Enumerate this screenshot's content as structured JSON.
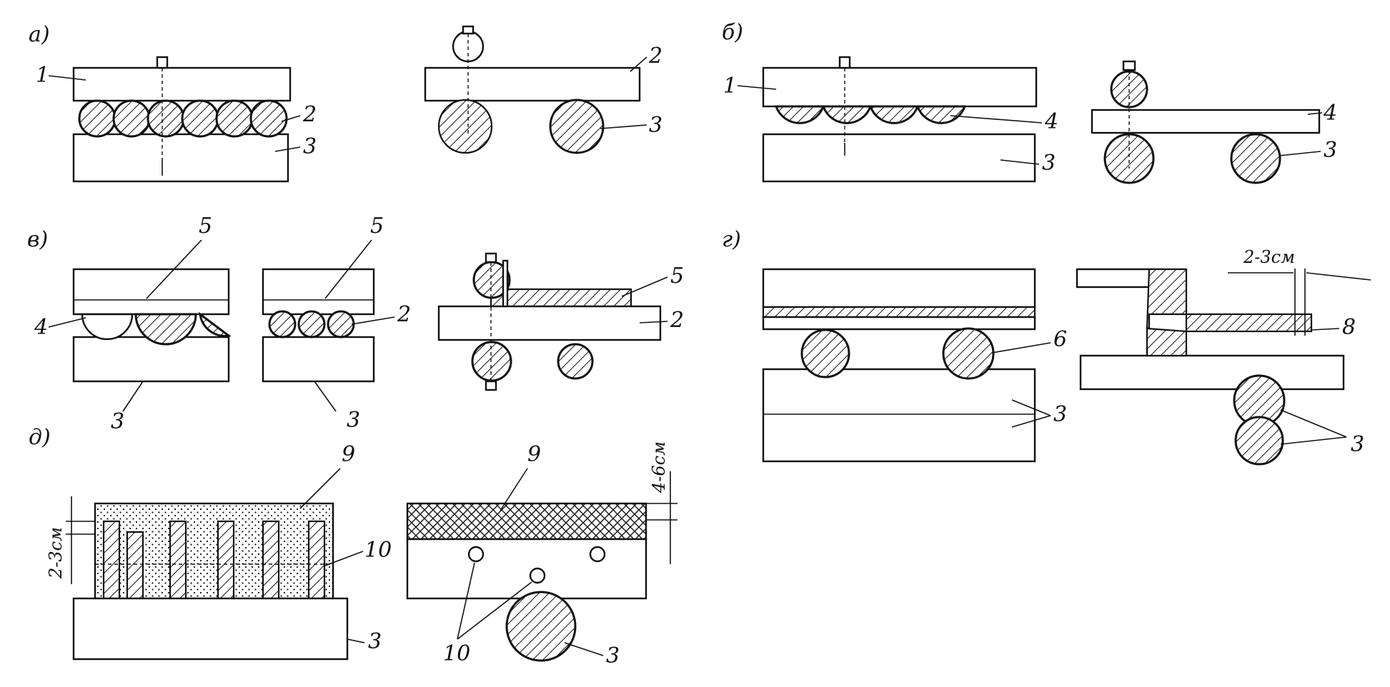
{
  "panels": [
    {
      "key": "a",
      "letter": "а)"
    },
    {
      "key": "b",
      "letter": "б)"
    },
    {
      "key": "v",
      "letter": "в)"
    },
    {
      "key": "g",
      "letter": "г)"
    },
    {
      "key": "d",
      "letter": "д)"
    }
  ],
  "callouts": {
    "a1": "1",
    "a2": "2",
    "a3": "3",
    "a2r": "2",
    "a3r": "3",
    "b1": "1",
    "b4": "4",
    "b3": "3",
    "b4r": "4",
    "b3r": "3",
    "v5a": "5",
    "v4": "4",
    "v3a": "3",
    "v5b": "5",
    "v2": "2",
    "v3b": "3",
    "v5c": "5",
    "v2c": "2",
    "g6": "6",
    "g3": "3",
    "g8": "8",
    "g3r": "3",
    "d9": "9",
    "d10": "10",
    "d3": "3",
    "d9r": "9",
    "d10r": "10",
    "d3r": "3"
  },
  "dimensions": {
    "g_gap": "2-3см",
    "d_left": "2-3см",
    "d_right": "4-6см"
  }
}
